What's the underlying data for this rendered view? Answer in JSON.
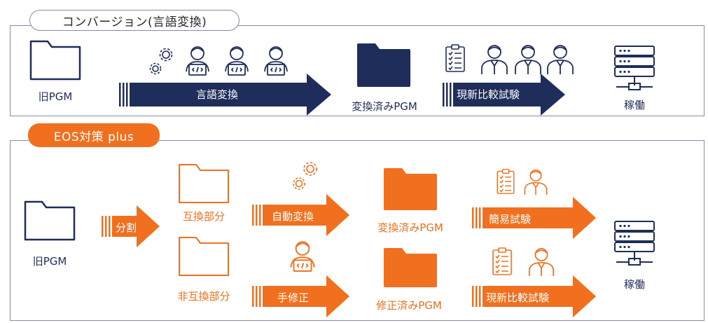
{
  "top": {
    "title": "コンバージョン(言語変換)",
    "source_label": "旧PGM",
    "arrow1_label": "言語変換",
    "converted_label": "変換済みPGM",
    "arrow2_label": "現新比較試験",
    "deploy_label": "稼働"
  },
  "bottom": {
    "title": "EOS対策 plus",
    "source_label": "旧PGM",
    "split_label": "分割",
    "compatible_label": "互換部分",
    "incompatible_label": "非互換部分",
    "auto_convert_label": "自動変換",
    "manual_fix_label": "手修正",
    "converted_label": "変換済みPGM",
    "fixed_label": "修正済みPGM",
    "simple_test_label": "簡易試験",
    "compare_test_label": "現新比較試験",
    "deploy_label": "稼働"
  },
  "colors": {
    "navy": "#1f2d5a",
    "orange": "#f07020",
    "border": "#8c87a8"
  },
  "icons": [
    "folder-icon",
    "gear-icon",
    "developer-icon",
    "checklist-icon",
    "businessman-icon",
    "server-icon"
  ]
}
